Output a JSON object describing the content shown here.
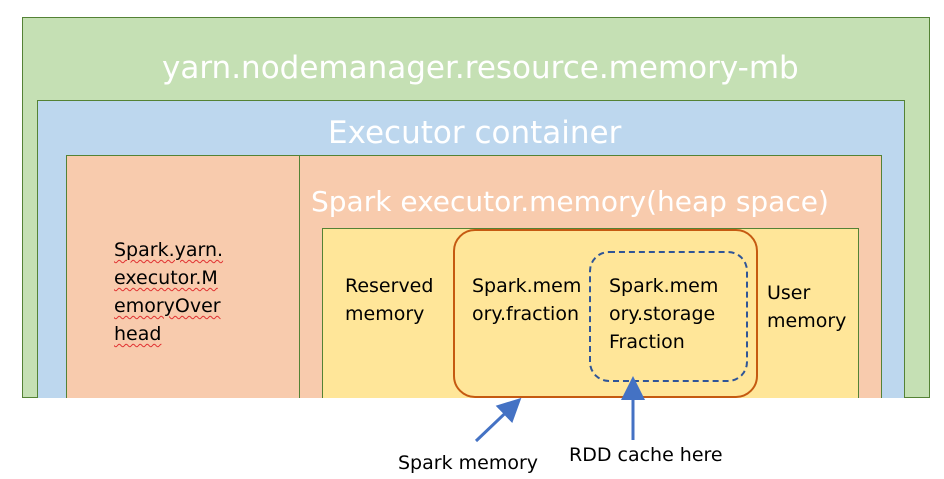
{
  "colors": {
    "yarn_bg": "#c5e0b4",
    "yarn_border": "#548235",
    "container_bg": "#bdd7ee",
    "container_border": "#548235",
    "peach": "#f8cbad",
    "peach_border": "#548235",
    "yellow": "#ffe699",
    "spark_memory_border": "#c55a11",
    "storage_border": "#2f5597",
    "arrow": "#4472c4"
  },
  "diagram": {
    "yarn_title": "yarn.nodemanager.resource.memory-mb",
    "executor_container_title": "Executor container",
    "heap_title": "Spark executor.memory(heap space)",
    "overhead_lines": [
      "Spark.yarn.",
      "executor.M",
      "emoryOver",
      "head"
    ],
    "reserved_lines": [
      "Reserved",
      "memory"
    ],
    "fraction_lines": [
      "Spark.mem",
      "ory.fraction"
    ],
    "storage_lines": [
      "Spark.mem",
      "ory.storage",
      "Fraction"
    ],
    "user_lines": [
      "User",
      "memory"
    ],
    "spark_memory_callout": "Spark memory",
    "rdd_cache_callout": "RDD cache here"
  }
}
